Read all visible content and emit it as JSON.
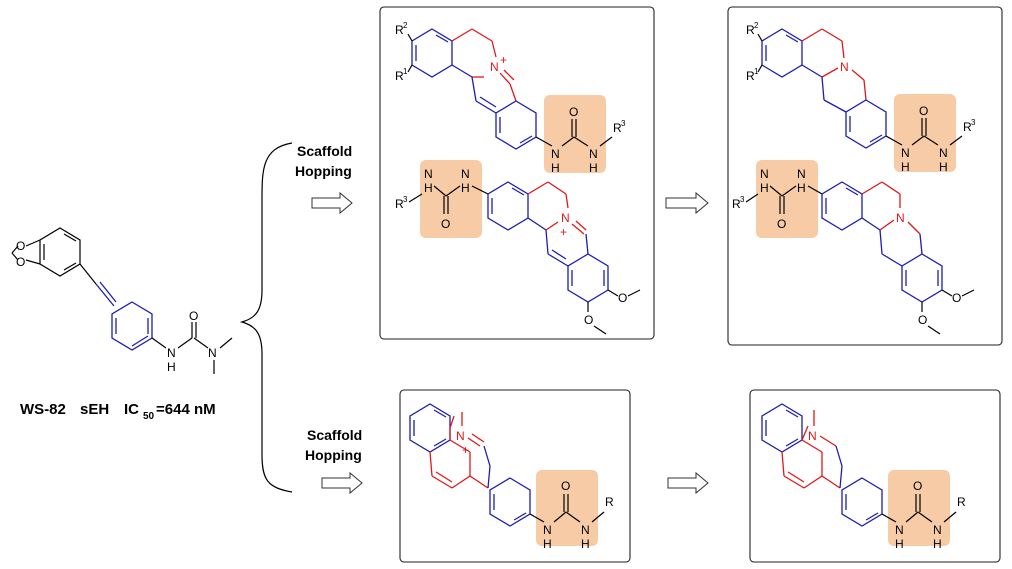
{
  "lead": {
    "code": "WS-82",
    "target": "sEH",
    "ic_prefix": "IC",
    "ic_sub": "50",
    "ic_value": "=644 nM"
  },
  "branch_top": {
    "label_line1": "Scaffold",
    "label_line2": "Hopping"
  },
  "branch_bottom": {
    "label_line1": "Scaffold",
    "label_line2": "Hopping"
  },
  "atoms": {
    "N": "N",
    "H": "H",
    "O": "O",
    "R": "R",
    "R1": "R",
    "R2": "R",
    "R3": "R",
    "sup1": "1",
    "sup2": "2",
    "sup3": "3",
    "plus": "+"
  }
}
